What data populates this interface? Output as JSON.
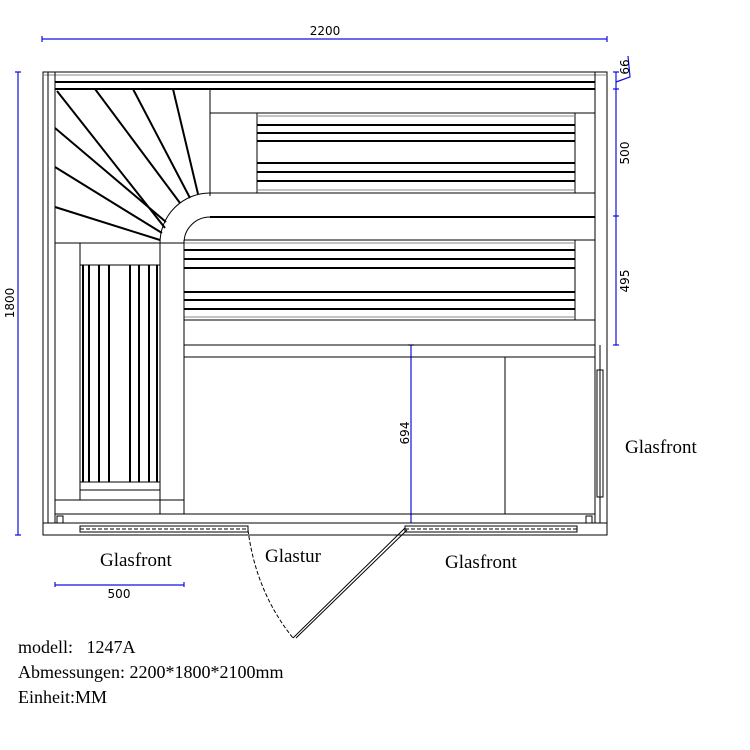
{
  "dimensions": {
    "width": "2200",
    "depth": "1800",
    "top_wall": "66",
    "upper_bench": "500",
    "lower_bench": "495",
    "floor_gap": "694",
    "scale_bar": "500"
  },
  "labels": {
    "glasfront_right": "Glasfront",
    "glasfront_bottom_left": "Glasfront",
    "glastur": "Glastur",
    "glasfront_bottom_right": "Glasfront"
  },
  "info": {
    "model": "modell:   1247A",
    "dimensions": "Abmessungen: 2200*1800*2100mm",
    "unit": "Einheit:MM"
  },
  "colors": {
    "dimension_line": "#1010e0",
    "drawing_line": "#000000"
  }
}
